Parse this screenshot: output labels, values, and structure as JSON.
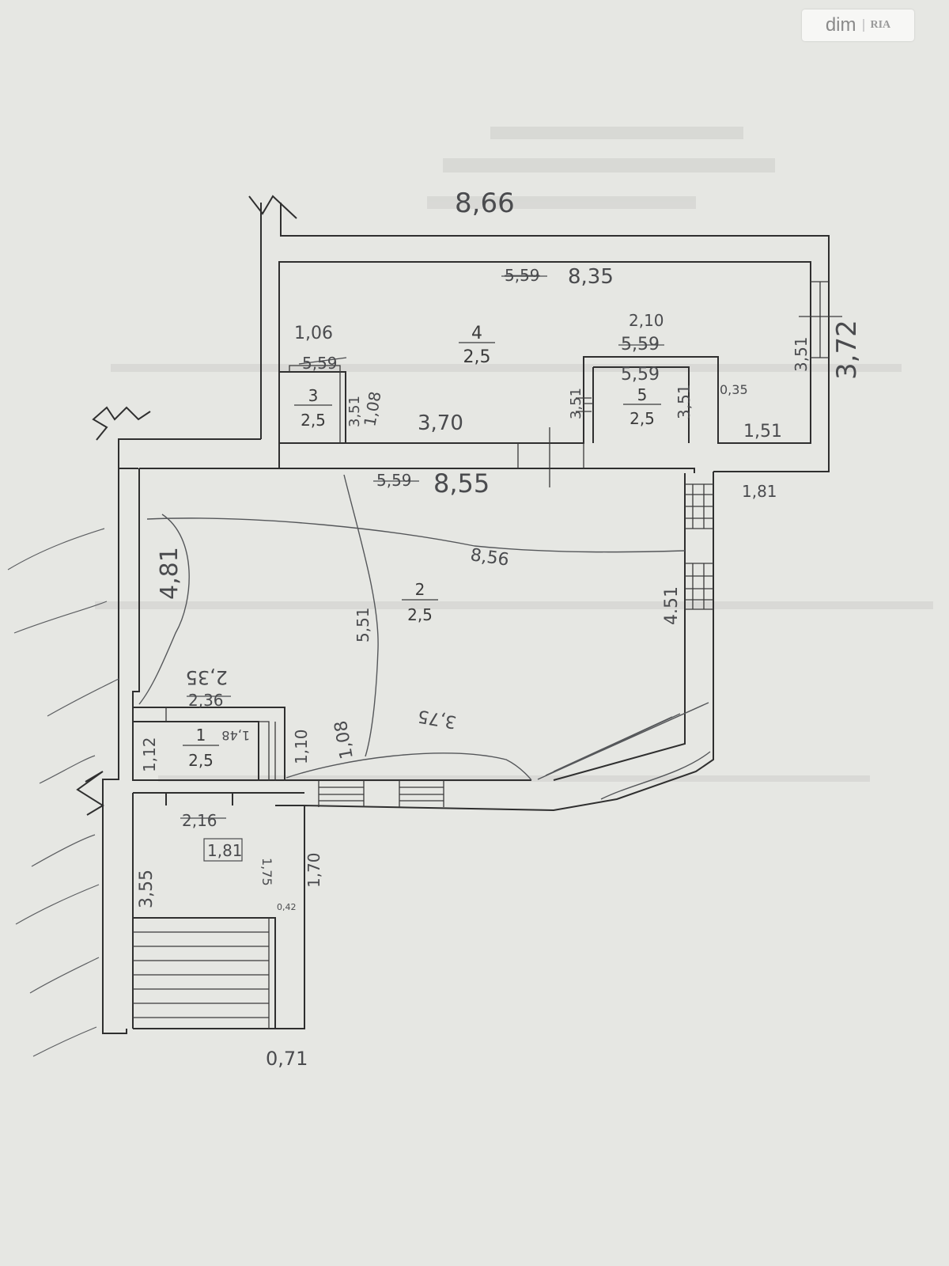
{
  "watermark": {
    "brand": "dim",
    "sub": "RIA"
  },
  "rooms": [
    {
      "number": "1",
      "height": "2,5"
    },
    {
      "number": "2",
      "height": "2,5"
    },
    {
      "number": "3",
      "height": "2,5"
    },
    {
      "number": "4",
      "height": "2,5"
    },
    {
      "number": "5",
      "height": "2,5"
    }
  ],
  "dimensions": {
    "outer_top": "8,66",
    "outer_right": "3,72",
    "room4_top_struck": "5,59",
    "room4_top": "8,35",
    "room4_right": "3,51",
    "room4_left_top": "1,06",
    "room3_top_struck": "5,59",
    "room3_right_struck": "3,51",
    "room3_right": "1,08",
    "room4_bottom": "3,70",
    "room5_label_top": "2,10",
    "room5_top_struck": "5,59",
    "room5_inner_top": "5,59",
    "room5_left_struck": "3,51",
    "room5_right": "3,51",
    "room5_corner": "0,35",
    "room4_bottom_right": "1,51",
    "room2_top_struck": "5,59",
    "room2_top": "8,55",
    "right_outside": "1,81",
    "room2_diag": "8,56",
    "room2_left": "4,81",
    "room2_vertical": "5,51",
    "room2_right": "4.51",
    "room2_lower": "2,35",
    "room1_top": "2,36",
    "room1_left": "1,12",
    "room1_mid": "1,48",
    "room1_right": "1,10",
    "room2_bottom_diag": "1,08",
    "room2_bottom": "3,75",
    "lower_top": "2,16",
    "lower_mid": "1,81",
    "lower_left": "3,55",
    "lower_right_in": "1,75",
    "lower_right": "1,70",
    "lower_small": "0,42",
    "bottom": "0,71"
  }
}
